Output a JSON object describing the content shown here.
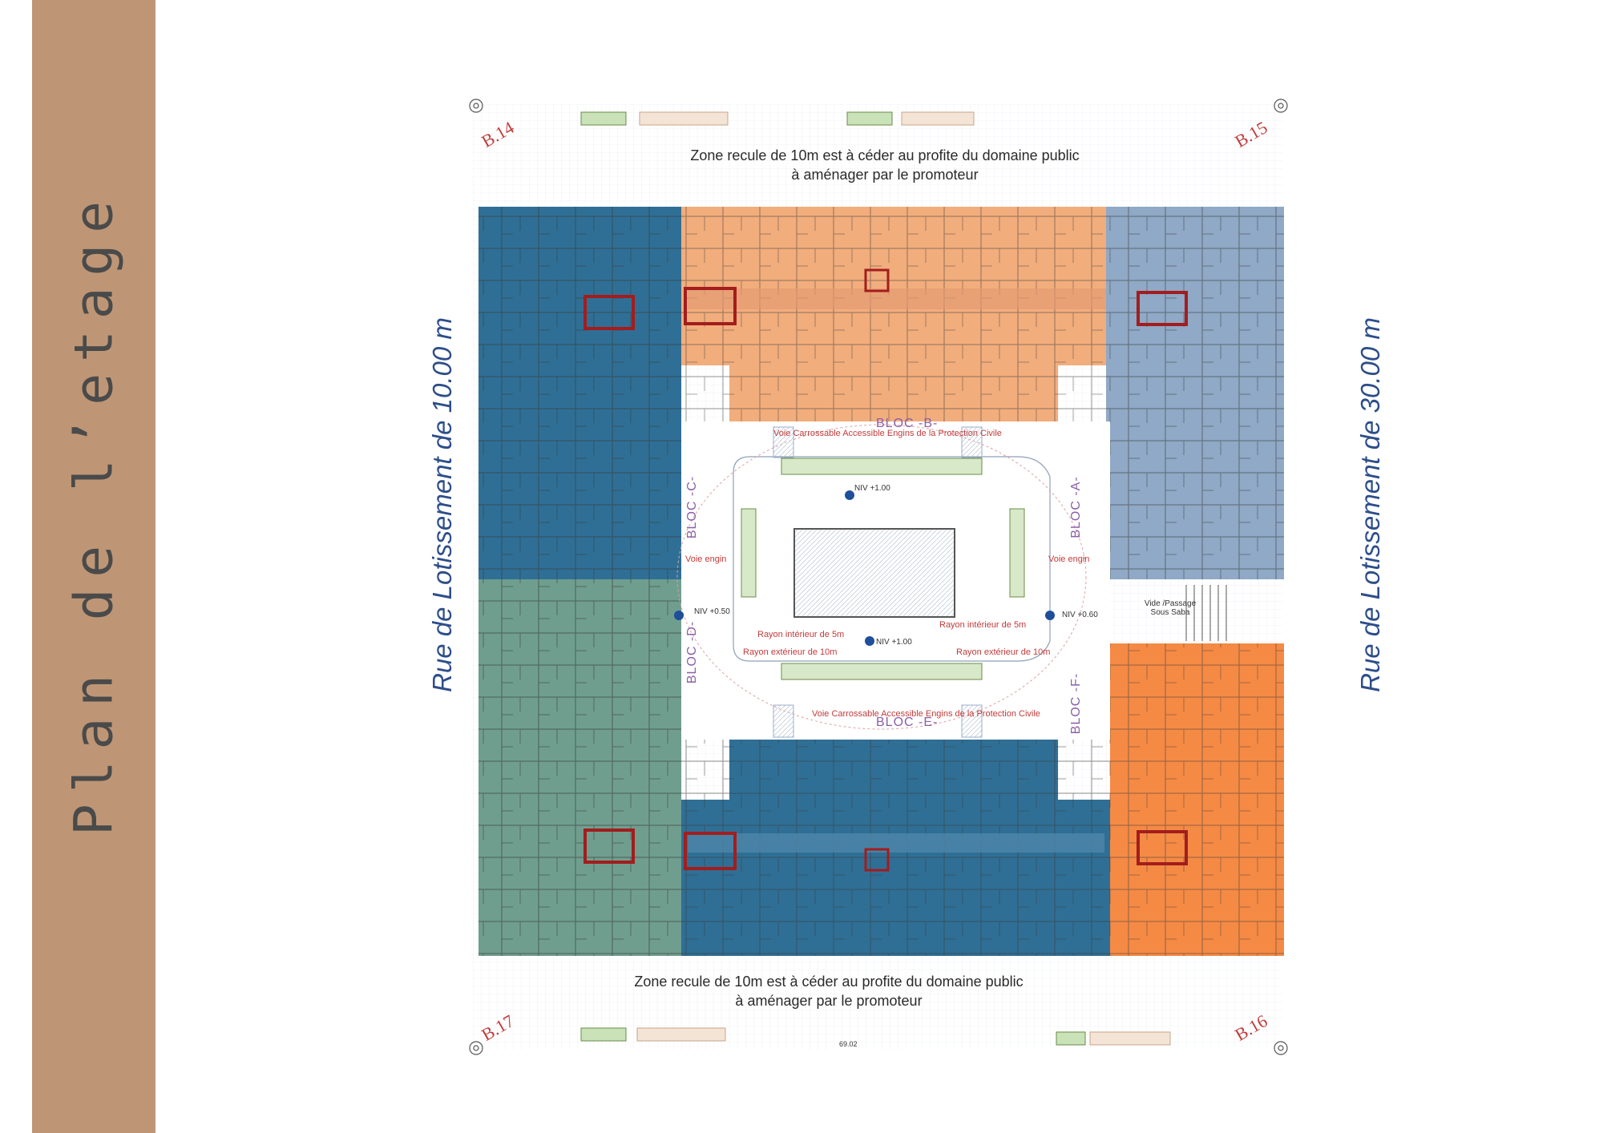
{
  "page": {
    "title": "Plan de l’etage"
  },
  "streets": {
    "left": "Rue de Lotissement de 10.00 m",
    "right": "Rue de Lotissement de 30.00 m"
  },
  "zone_notes": {
    "top_line1": "Zone recule de 10m est à céder au profite du domaine public",
    "top_line2": "à aménager par le promoteur",
    "bottom_line1": "Zone recule de 10m est à céder au profite du domaine public",
    "bottom_line2": "à aménager par le promoteur"
  },
  "corners": {
    "top_left": "B.14",
    "top_right": "B.15",
    "bottom_left": "B.17",
    "bottom_right": "B.16"
  },
  "blocs": {
    "a": "BLOC -A-",
    "b": "BLOC -B-",
    "c": "BLOC -C-",
    "d": "BLOC -D-",
    "e": "BLOC -E-",
    "f": "BLOC -F-"
  },
  "annotations": {
    "voie_top": "Voie Carrossable Accessible Engins de la Protection Civile",
    "voie_bottom": "Voie Carrossable Accessible Engins de la Protection Civile",
    "voie_engin_left": "Voie engin",
    "voie_engin_right": "Voie engin",
    "niv_top": "NIV +1.00",
    "niv_center": "NIV +1.00",
    "niv_left": "NIV +0.50",
    "niv_right": "NIV +0.60",
    "rayon_int_left": "Rayon intérieur de 5m",
    "rayon_int_right": "Rayon intérieur de 5m",
    "rayon_ext_left": "Rayon extérieur de 10m",
    "rayon_ext_right": "Rayon extérieur de 10m",
    "vide_line1": "Vide /Passage",
    "vide_line2": "Sous Saba",
    "scale": "69.02"
  },
  "colors": {
    "side_band": "#be9675",
    "bloc_c_dark_blue": "#2f6f96",
    "bloc_b_orange": "#f2ad7c",
    "bloc_a_grey_blue": "#8fa9c6",
    "bloc_d_green": "#6f9e8e",
    "bloc_e_dark_blue": "#2f6f96",
    "bloc_f_orange": "#f58a45",
    "street_text": "#2d4e8a",
    "annotation_red": "#c23b3b"
  }
}
